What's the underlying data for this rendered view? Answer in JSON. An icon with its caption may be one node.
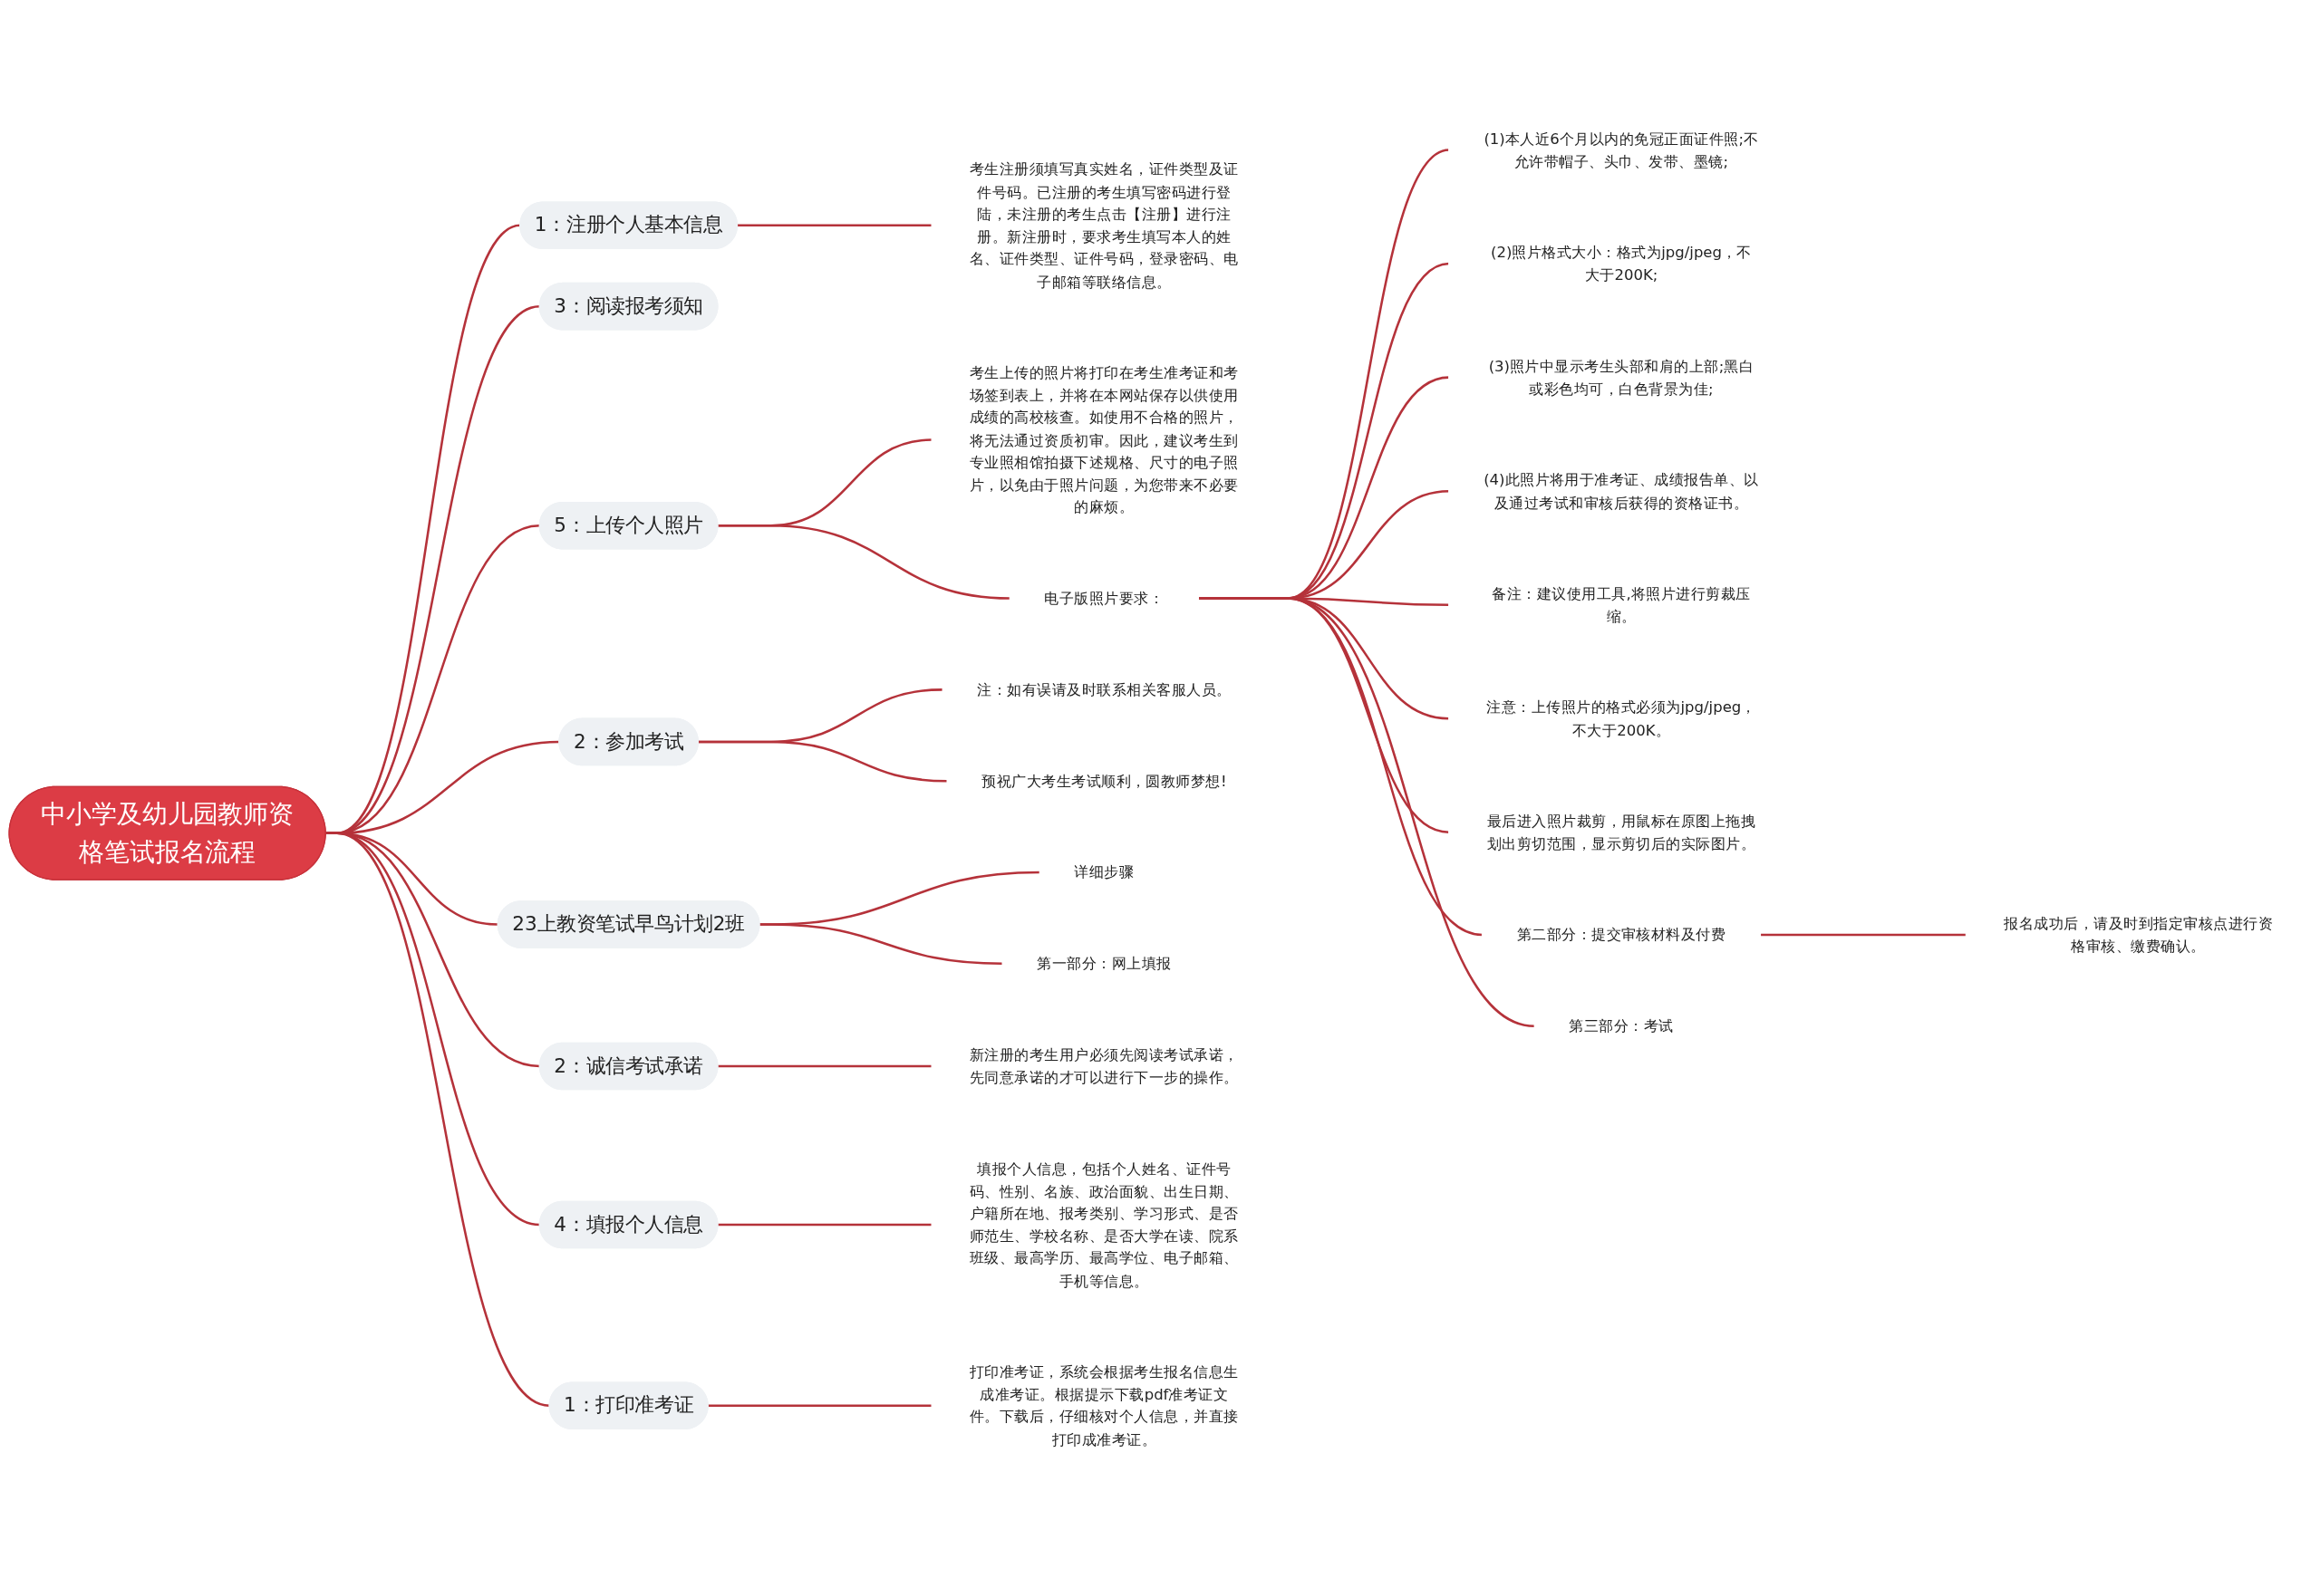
{
  "diagram": {
    "nodes": [
      {
        "text": [
          "中小学及幼儿园教师资格笔试报名流程"
        ]
      },
      {
        "text": [
          "1：注册个人基本信息"
        ]
      },
      {
        "text": [
          "考生注册须填写真实姓名，证件类型及证件号码。已注册的考生填写密码进行登陆，未注册的考生点击【注册】进行注册。新注册时，要求考生填写本人的姓名、证件类型、证件号码，登录密码、电子邮箱等联络信息。"
        ]
      },
      {
        "text": [
          "3：阅读报考须知"
        ]
      },
      {
        "text": [
          "5：上传个人照片"
        ]
      },
      {
        "text": [
          "考生上传的照片将打印在考生准考证和考场签到表上，并将在本网站保存以供使用成绩的高校核查。如使用不合格的照片，将无法通过资质初审。因此，建议考生到专业照相馆拍摄下述规格、尺寸的电子照片，以免由于照片问题，为您带来不必要的麻烦。"
        ]
      },
      {
        "text": [
          "电子版照片要求："
        ]
      },
      {
        "text": [
          "(1)本人近6个月以内的免冠正面证件照;不允许带帽子、头巾、发带、墨镜;"
        ]
      },
      {
        "text": [
          "(2)照片格式大小：格式为jpg/jpeg，不大于200K;"
        ]
      },
      {
        "text": [
          "(3)照片中显示考生头部和肩的上部;黑白或彩色均可，白色背景为佳;"
        ]
      },
      {
        "text": [
          "(4)此照片将用于准考证、成绩报告单、以及通过考试和审核后获得的资格证书。"
        ]
      },
      {
        "text": [
          "备注：建议使用工具,将照片进行剪裁压缩。"
        ]
      },
      {
        "text": [
          "注意：上传照片的格式必须为jpg/jpeg，不大于200K。"
        ]
      },
      {
        "text": [
          "最后进入照片裁剪，用鼠标在原图上拖拽划出剪切范围，显示剪切后的实际图片。"
        ]
      },
      {
        "text": [
          "第二部分：提交审核材料及付费"
        ]
      },
      {
        "text": [
          "报名成功后，请及时到指定审核点进行资格审核、缴费确认。"
        ]
      },
      {
        "text": [
          "第三部分：考试"
        ]
      },
      {
        "text": [
          "2：参加考试"
        ]
      },
      {
        "text": [
          "注：如有误请及时联系相关客服人员。"
        ]
      },
      {
        "text": [
          "预祝广大考生考试顺利，圆教师梦想!"
        ]
      },
      {
        "text": [
          "23上教资笔试早鸟计划2班"
        ]
      },
      {
        "text": [
          "详细步骤"
        ]
      },
      {
        "text": [
          "第一部分：网上填报"
        ]
      },
      {
        "text": [
          "2：诚信考试承诺"
        ]
      },
      {
        "text": [
          "新注册的考生用户必须先阅读考试承诺，先同意承诺的才可以进行下一步的操作。"
        ]
      },
      {
        "text": [
          "4：填报个人信息"
        ]
      },
      {
        "text": [
          "填报个人信息，包括个人姓名、证件号码、性别、名族、政治面貌、出生日期、户籍所在地、报考类别、学习形式、是否师范生、学校名称、是否大学在读、院系班级、最高学历、最高学位、电子邮箱、手机等信息。"
        ]
      },
      {
        "text": [
          "1：打印准考证"
        ]
      },
      {
        "text": [
          "打印准考证，系统会根据考生报名信息生成准考证。根据提示下载pdf准考证文件。下载后，仔细核对个人信息，并直接打印成准考证。"
        ]
      }
    ],
    "edges": [
      {
        "from": 0,
        "to": 1,
        "arrow": "none"
      },
      {
        "from": 1,
        "to": 2,
        "arrow": "none"
      },
      {
        "from": 0,
        "to": 3,
        "arrow": "none"
      },
      {
        "from": 0,
        "to": 4,
        "arrow": "none"
      },
      {
        "from": 4,
        "to": 5,
        "arrow": "none"
      },
      {
        "from": 4,
        "to": 6,
        "arrow": "none"
      },
      {
        "from": 6,
        "to": 7,
        "arrow": "none"
      },
      {
        "from": 6,
        "to": 8,
        "arrow": "none"
      },
      {
        "from": 6,
        "to": 9,
        "arrow": "none"
      },
      {
        "from": 6,
        "to": 10,
        "arrow": "none"
      },
      {
        "from": 6,
        "to": 11,
        "arrow": "none"
      },
      {
        "from": 6,
        "to": 12,
        "arrow": "none"
      },
      {
        "from": 6,
        "to": 13,
        "arrow": "none"
      },
      {
        "from": 6,
        "to": 14,
        "arrow": "none"
      },
      {
        "from": 14,
        "to": 15,
        "arrow": "none"
      },
      {
        "from": 6,
        "to": 16,
        "arrow": "none"
      },
      {
        "from": 0,
        "to": 17,
        "arrow": "none"
      },
      {
        "from": 17,
        "to": 18,
        "arrow": "none"
      },
      {
        "from": 17,
        "to": 19,
        "arrow": "none"
      },
      {
        "from": 0,
        "to": 20,
        "arrow": "none"
      },
      {
        "from": 20,
        "to": 21,
        "arrow": "none"
      },
      {
        "from": 20,
        "to": 22,
        "arrow": "none"
      },
      {
        "from": 0,
        "to": 23,
        "arrow": "none"
      },
      {
        "from": 23,
        "to": 24,
        "arrow": "none"
      },
      {
        "from": 0,
        "to": 25,
        "arrow": "none"
      },
      {
        "from": 25,
        "to": 26,
        "arrow": "none"
      },
      {
        "from": 0,
        "to": 27,
        "arrow": "none"
      },
      {
        "from": 27,
        "to": 28,
        "arrow": "none"
      }
    ]
  }
}
